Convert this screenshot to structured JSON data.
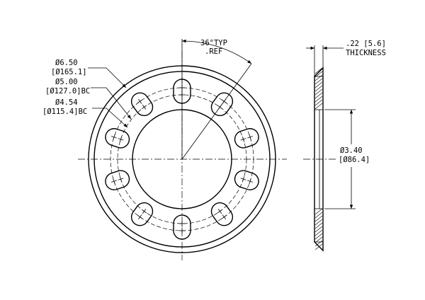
{
  "annotations": {
    "od_in": "Ø6.50",
    "od_mm": "[Ø165.1]",
    "bc_in": "Ø5.00",
    "bc_mm": "[Ø127.0]BC",
    "ibc_in": "Ø4.54",
    "ibc_mm": "[Ø115.4]BC",
    "angle_1": "36°TYP",
    "angle_2": ".REF",
    "thick_1": ".22 [5.6]",
    "thick_2": "THICKNESS",
    "id_in": "Ø3.40",
    "id_mm": "[Ø86.4]"
  },
  "part": {
    "slot_count": 10,
    "slot_pitch_deg": 36
  }
}
